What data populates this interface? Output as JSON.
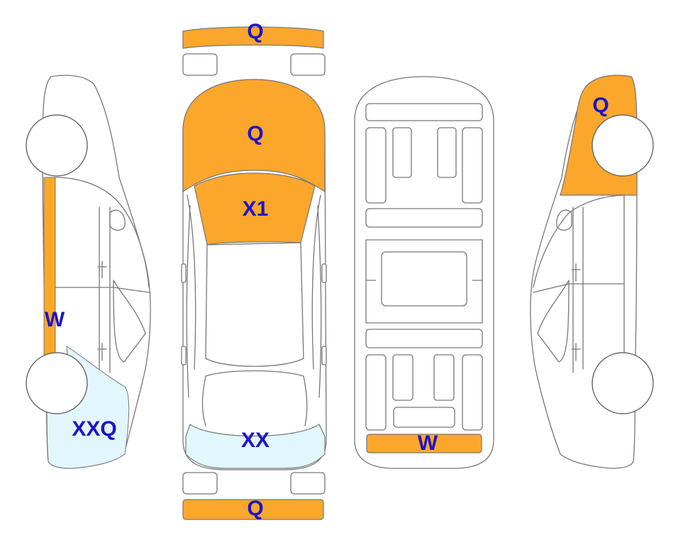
{
  "colors": {
    "damage_orange": "#FBA72B",
    "damage_light_blue": "#E2F6FD",
    "label_blue": "#1E14C8",
    "outline_gray": "#777777"
  },
  "labels": {
    "front_bumper": "Q",
    "hood": "Q",
    "windshield": "X1",
    "rear_glass": "XX",
    "rear_bumper": "Q",
    "left_sill": "W",
    "left_rear_quarter": "XXQ",
    "underbody_rear": "W",
    "right_front_fender": "Q"
  }
}
